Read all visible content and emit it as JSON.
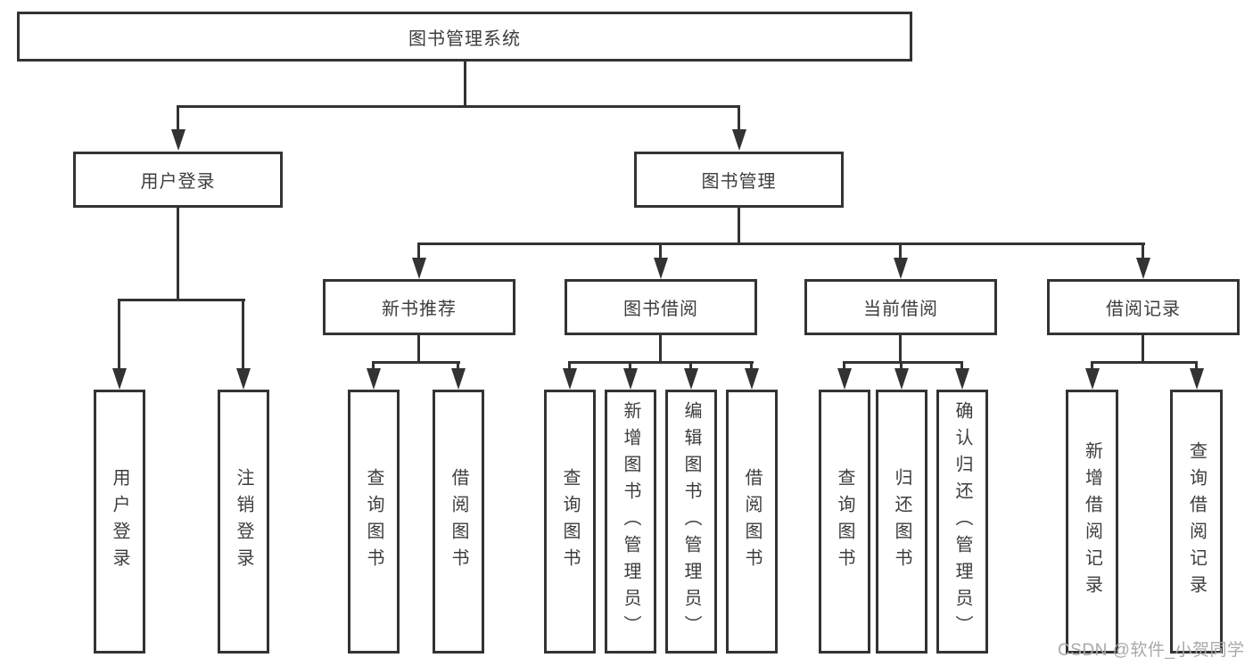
{
  "colors": {
    "line": "#333333",
    "box_border": "#333333",
    "text": "#3d3d3d",
    "background": "#ffffff",
    "watermark": "#a9a9a9"
  },
  "tree": {
    "root": {
      "label": "图书管理系统"
    },
    "branches": [
      {
        "label": "用户登录",
        "children": [
          {
            "label": "用户登录"
          },
          {
            "label": "注销登录"
          }
        ]
      },
      {
        "label": "图书管理",
        "children": [
          {
            "label": "新书推荐",
            "children": [
              {
                "label": "查询图书"
              },
              {
                "label": "借阅图书"
              }
            ]
          },
          {
            "label": "图书借阅",
            "children": [
              {
                "label": "查询图书"
              },
              {
                "label": "新增图书（管理员）"
              },
              {
                "label": "编辑图书（管理员）"
              },
              {
                "label": "借阅图书"
              }
            ]
          },
          {
            "label": "当前借阅",
            "children": [
              {
                "label": "查询图书"
              },
              {
                "label": "归还图书"
              },
              {
                "label": "确认归还（管理员）"
              }
            ]
          },
          {
            "label": "借阅记录",
            "children": [
              {
                "label": "新增借阅记录"
              },
              {
                "label": "查询借阅记录"
              }
            ]
          }
        ]
      }
    ]
  },
  "watermark": {
    "text": "CSDN @软件_小贺同学"
  }
}
